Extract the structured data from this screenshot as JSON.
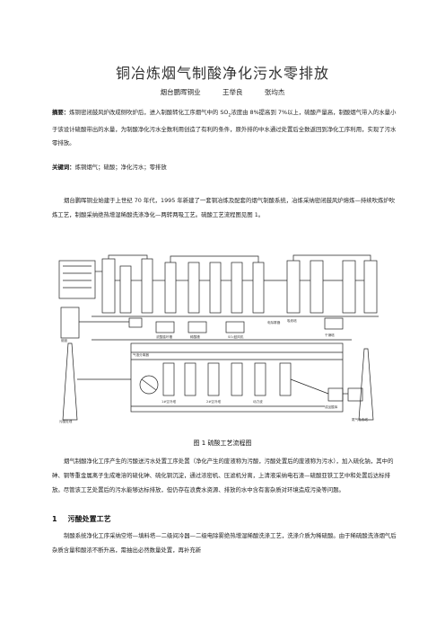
{
  "title": "铜冶炼烟气制酸净化污水零排放",
  "authors": [
    "烟台鹏晖铜业",
    "王举良",
    "张均杰"
  ],
  "abstract": {
    "label": "摘要：",
    "text_before": "炼铜密闭鼓风炉改成侧吹炉后，进入制酸转化工序烟气中的 SO",
    "sub": "2",
    "text_after": "浓度由 8%提高到 7%以上，硫酸产量高，制酸烟气带入的水量小于该设计硫酸带出的水量，为制酸净化污水全数利用创造了有利的条件，原外排的中水通过处置后全数返回到净化工序利用，实现了污水零排放。"
  },
  "keywords": {
    "label": "关键词：",
    "text": "炼铜烟气；硫酸；净化污水；零排放"
  },
  "intro": "烟台鹏晖铜业始建于上世纪 70 年代，1995 年新建了一套铜冶炼及配套的烟气制酸系统，冶炼采纳密闭鼓风炉熔炼—持续吹炼炉吹炼工艺，制酸采纳绝热增湿稀酸洗涤净化—两转两吸工艺。硫酸工艺流程图见图 1。",
  "figure": {
    "caption": "图 1   硫酸工艺流程图",
    "labels": [
      "1#空冷塔",
      "2#空冷塔",
      "动力波",
      "气液分离器",
      "电除雾器",
      "干燥塔",
      "吸收塔",
      "浓酸循环槽",
      "稀酸槽",
      "SO₂鼓风机",
      "尾气吸收塔",
      "成品酸库",
      "烟囱",
      "污酸处理"
    ]
  },
  "body1": "烟气制酸净化工序产生的污酸送污水处置工序处置（净化产生的废液称为污酸，污酸处置后的废液称为污水），加入硫化钠，其中的砷、铜等重金属离子生成难溶的硫化砷、硫化铜沉淀，通过浓密机、压滤机分离，上清液采纳电石渣—硫酸亚铁工艺中和处置后达标排放。尽管该工艺处置后的污水能够达标排放，但仍存在浪费水资源、排放的水中含有害杂质对环境造成污染等问题。",
  "section": {
    "num": "1",
    "title": "污酸处置工艺"
  },
  "body2": "制酸系统净化工序采纳空塔—填料塔—二级间冷器—二级电除雾绝热增湿稀酸洗涤工艺，洗涤介质为稀硫酸。由于稀硫酸洗涤烟气后杂质含量和酸浓不断升高，需抽出必然数量处置，再补充新"
}
